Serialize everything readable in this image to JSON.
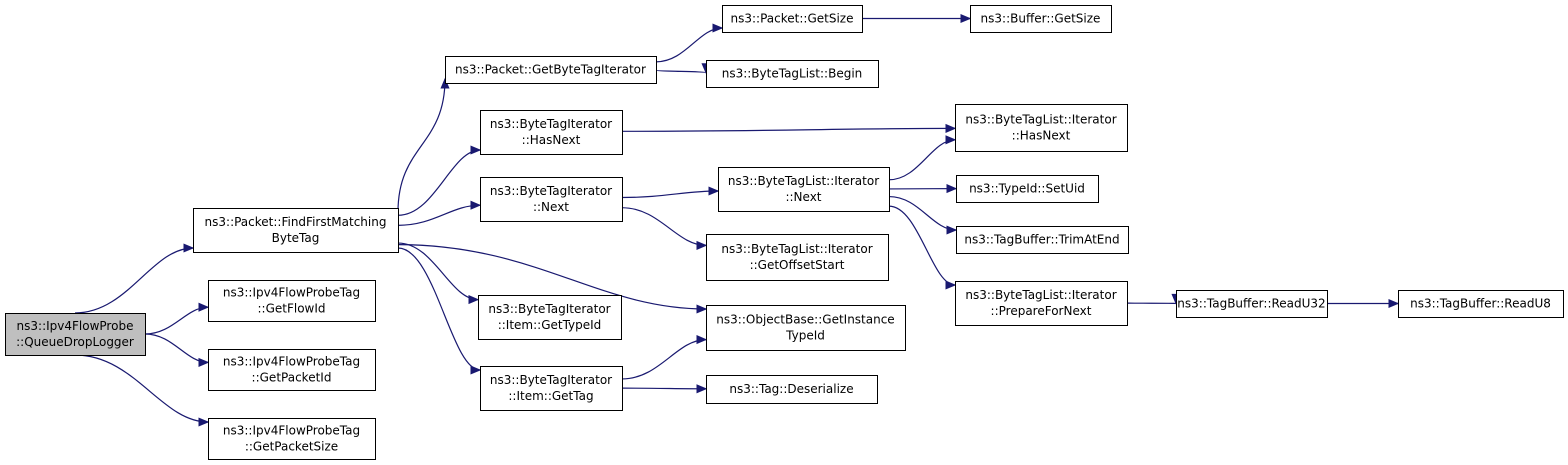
{
  "colors": {
    "node_fill": "#ffffff",
    "root_fill": "#bfbfbf",
    "border": "#000000",
    "edge": "#191970"
  },
  "nodes": [
    {
      "id": "root",
      "lines": [
        "ns3::Ipv4FlowProbe",
        "::QueueDropLogger"
      ],
      "root": true
    },
    {
      "id": "findFirst",
      "lines": [
        "ns3::Packet::FindFirstMatching",
        "ByteTag"
      ]
    },
    {
      "id": "getFlowId",
      "lines": [
        "ns3::Ipv4FlowProbeTag",
        "::GetFlowId"
      ]
    },
    {
      "id": "getPacketId",
      "lines": [
        "ns3::Ipv4FlowProbeTag",
        "::GetPacketId"
      ]
    },
    {
      "id": "getPacketSize",
      "lines": [
        "ns3::Ipv4FlowProbeTag",
        "::GetPacketSize"
      ]
    },
    {
      "id": "getByteTagIter",
      "lines": [
        "ns3::Packet::GetByteTagIterator"
      ]
    },
    {
      "id": "btiHasNext",
      "lines": [
        "ns3::ByteTagIterator",
        "::HasNext"
      ]
    },
    {
      "id": "btiNext",
      "lines": [
        "ns3::ByteTagIterator",
        "::Next"
      ]
    },
    {
      "id": "itemGetTypeId",
      "lines": [
        "ns3::ByteTagIterator",
        "::Item::GetTypeId"
      ]
    },
    {
      "id": "itemGetTag",
      "lines": [
        "ns3::ByteTagIterator",
        "::Item::GetTag"
      ]
    },
    {
      "id": "pktGetSize",
      "lines": [
        "ns3::Packet::GetSize"
      ]
    },
    {
      "id": "btlBegin",
      "lines": [
        "ns3::ByteTagList::Begin"
      ]
    },
    {
      "id": "btliNext",
      "lines": [
        "ns3::ByteTagList::Iterator",
        "::Next"
      ]
    },
    {
      "id": "btliGetOffsetStart",
      "lines": [
        "ns3::ByteTagList::Iterator",
        "::GetOffsetStart"
      ]
    },
    {
      "id": "objGetInstanceTypeId",
      "lines": [
        "ns3::ObjectBase::GetInstance",
        "TypeId"
      ]
    },
    {
      "id": "tagDeserialize",
      "lines": [
        "ns3::Tag::Deserialize"
      ]
    },
    {
      "id": "bufGetSize",
      "lines": [
        "ns3::Buffer::GetSize"
      ]
    },
    {
      "id": "btliHasNext",
      "lines": [
        "ns3::ByteTagList::Iterator",
        "::HasNext"
      ]
    },
    {
      "id": "typeIdSetUid",
      "lines": [
        "ns3::TypeId::SetUid"
      ]
    },
    {
      "id": "tbTrimAtEnd",
      "lines": [
        "ns3::TagBuffer::TrimAtEnd"
      ]
    },
    {
      "id": "btliPrepareForNext",
      "lines": [
        "ns3::ByteTagList::Iterator",
        "::PrepareForNext"
      ]
    },
    {
      "id": "tbReadU32",
      "lines": [
        "ns3::TagBuffer::ReadU32"
      ]
    },
    {
      "id": "tbReadU8",
      "lines": [
        "ns3::TagBuffer::ReadU8"
      ]
    }
  ],
  "edges": [
    [
      "root",
      "findFirst"
    ],
    [
      "root",
      "getFlowId"
    ],
    [
      "root",
      "getPacketId"
    ],
    [
      "root",
      "getPacketSize"
    ],
    [
      "findFirst",
      "getByteTagIter"
    ],
    [
      "findFirst",
      "btiHasNext"
    ],
    [
      "findFirst",
      "btiNext"
    ],
    [
      "findFirst",
      "itemGetTypeId"
    ],
    [
      "findFirst",
      "itemGetTag"
    ],
    [
      "findFirst",
      "objGetInstanceTypeId"
    ],
    [
      "getByteTagIter",
      "pktGetSize"
    ],
    [
      "getByteTagIter",
      "btlBegin"
    ],
    [
      "pktGetSize",
      "bufGetSize"
    ],
    [
      "btiHasNext",
      "btliHasNext"
    ],
    [
      "btiNext",
      "btliNext"
    ],
    [
      "btiNext",
      "btliGetOffsetStart"
    ],
    [
      "itemGetTag",
      "objGetInstanceTypeId"
    ],
    [
      "itemGetTag",
      "tagDeserialize"
    ],
    [
      "btliNext",
      "btliHasNext"
    ],
    [
      "btliNext",
      "typeIdSetUid"
    ],
    [
      "btliNext",
      "tbTrimAtEnd"
    ],
    [
      "btliNext",
      "btliPrepareForNext"
    ],
    [
      "btliPrepareForNext",
      "tbReadU32"
    ],
    [
      "tbReadU32",
      "tbReadU8"
    ]
  ]
}
